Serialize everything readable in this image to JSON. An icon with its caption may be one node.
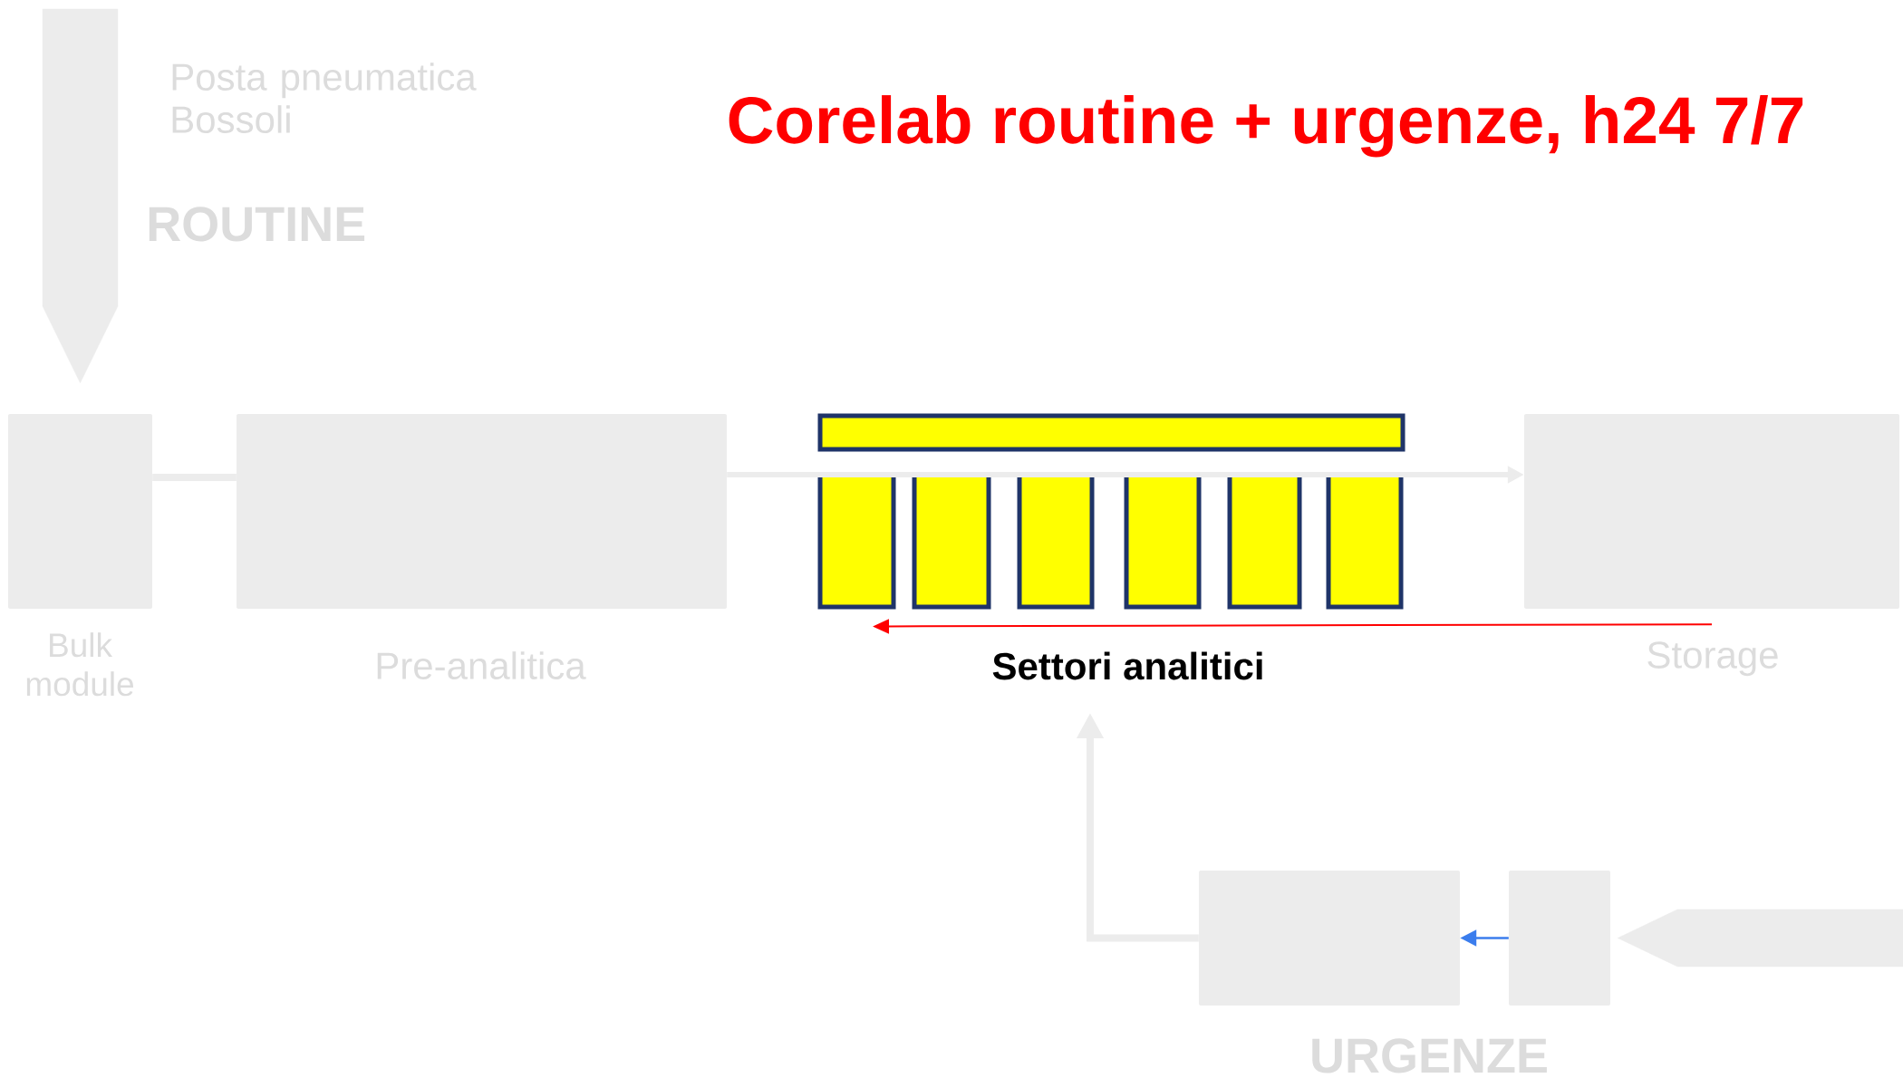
{
  "diagram": {
    "title": "Corelab routine + urgenze, h24 7/7",
    "nodes": [
      {
        "text": [],
        "shape": "box",
        "beside": [
          "Bulk module"
        ]
      },
      {
        "text": [],
        "shape": "box",
        "beside": [
          "Pre-analitica"
        ]
      },
      {
        "text": [],
        "shape": "box"
      },
      {
        "text": [],
        "shape": "box"
      },
      {
        "text": [],
        "shape": "box"
      },
      {
        "text": [],
        "shape": "box"
      },
      {
        "text": [],
        "shape": "box"
      },
      {
        "text": [],
        "shape": "box"
      },
      {
        "text": [],
        "shape": "box"
      },
      {
        "text": [],
        "shape": "box",
        "beside": [
          "Storage"
        ]
      },
      {
        "text": [],
        "shape": "box"
      },
      {
        "text": [],
        "shape": "box"
      }
    ],
    "edges": [
      {
        "from": null,
        "to": 0,
        "arrow": "to",
        "style": "thick"
      },
      {
        "from": 0,
        "to": 1,
        "arrow": "none"
      },
      {
        "from": 1,
        "to": 9,
        "arrow": "to"
      },
      {
        "from": 9,
        "to": 3,
        "arrow": "to",
        "color": "#ff0000"
      },
      {
        "from": null,
        "to": 11,
        "arrow": "to",
        "style": "thick"
      },
      {
        "from": 11,
        "to": 10,
        "arrow": "to",
        "color": "#3b7ded"
      },
      {
        "from": 10,
        "to": null,
        "arrow": "to"
      }
    ],
    "labels": [
      "Posta pneumatica Bossoli",
      "ROUTINE",
      "Settori analitici",
      "URGENZE"
    ]
  }
}
